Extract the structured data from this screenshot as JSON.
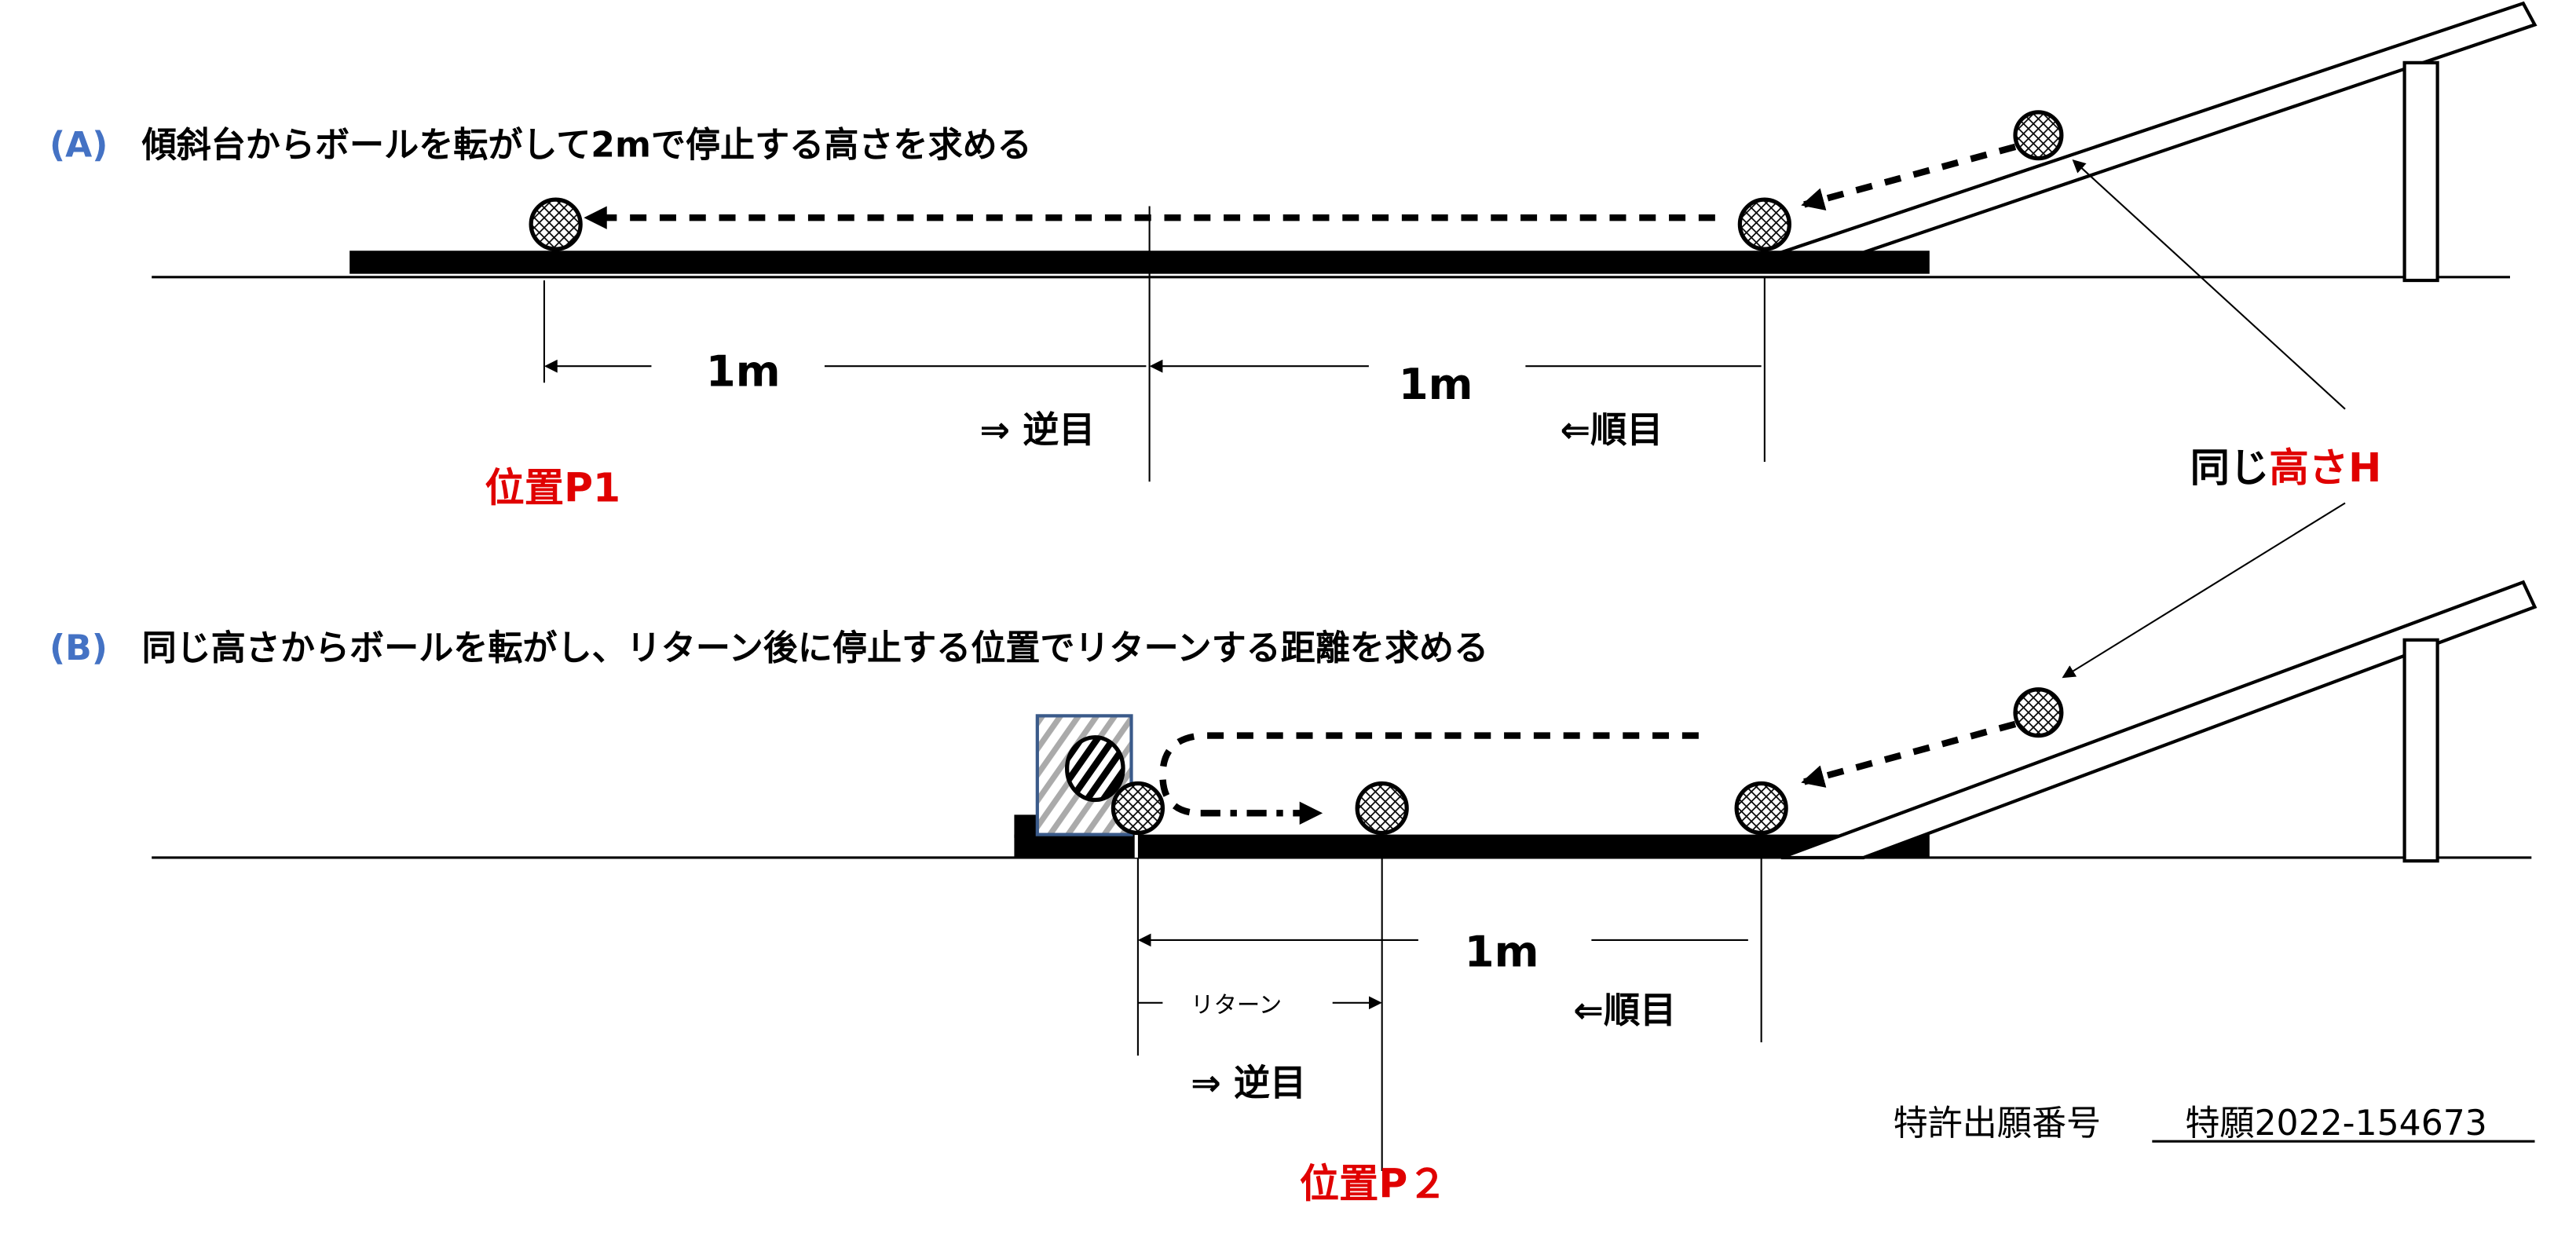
{
  "section_a": {
    "label": "(A)",
    "title": "傾斜台からボールを転がして2mで停止する高さを求める",
    "dim_left": "1m",
    "dim_right": "1m",
    "reverse_label": "⇒ 逆目",
    "forward_label": "⇐順目",
    "position_label": "位置P1"
  },
  "height_note": {
    "prefix": "同じ",
    "highlight": "高さH"
  },
  "section_b": {
    "label": "(B)",
    "title": "同じ高さからボールを転がし、リターン後に停止する位置でリターンする距離を求める",
    "dim": "1m",
    "return_label": "リターン",
    "forward_label": "⇐順目",
    "reverse_label": "⇒ 逆目",
    "position_label": "位置P２"
  },
  "patent": {
    "label": "特許出願番号",
    "number": "特願2022-154673"
  },
  "colors": {
    "label_blue": "#4472C4",
    "highlight_red": "#E00000"
  }
}
